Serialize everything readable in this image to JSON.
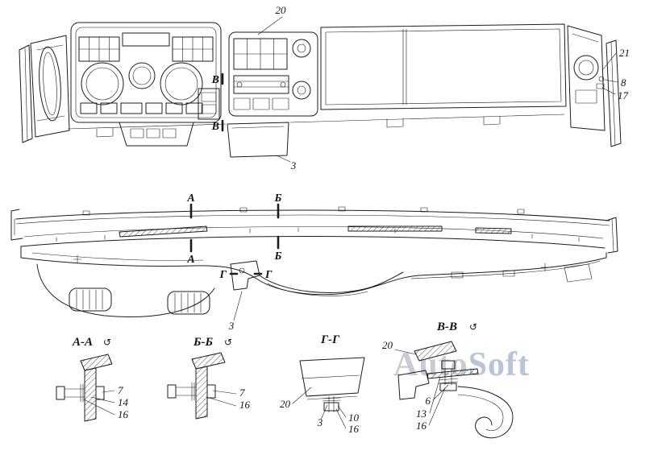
{
  "watermark": {
    "left": "Auto",
    "right": "Soft"
  },
  "front": {
    "callout_20": "20",
    "callout_21": "21",
    "callout_8": "8",
    "callout_17": "17",
    "callout_3": "3",
    "marker_v_upper": "В",
    "marker_v_lower": "В"
  },
  "frame": {
    "marker_a_top": "А",
    "marker_a_bottom": "А",
    "marker_b_top": "Б",
    "marker_b_bottom": "Б",
    "marker_g_left": "Г",
    "marker_g_right": "Г",
    "callout_3": "3"
  },
  "sections": [
    {
      "title": "А-А",
      "rotated_mark": "↺",
      "callouts": [
        "7",
        "14",
        "16"
      ]
    },
    {
      "title": "Б-Б",
      "rotated_mark": "↺",
      "callouts": [
        "7",
        "16"
      ]
    },
    {
      "title": "Г-Г",
      "rotated_mark": "",
      "callouts": [
        "20",
        "3",
        "10",
        "16"
      ]
    },
    {
      "title": "В-В",
      "rotated_mark": "↺",
      "callouts": [
        "20",
        "6",
        "13",
        "16"
      ]
    }
  ],
  "colors": {
    "line": "#1c1c1c",
    "watermark_left": "#c7cbd2",
    "watermark_right": "#b8c4d8"
  }
}
